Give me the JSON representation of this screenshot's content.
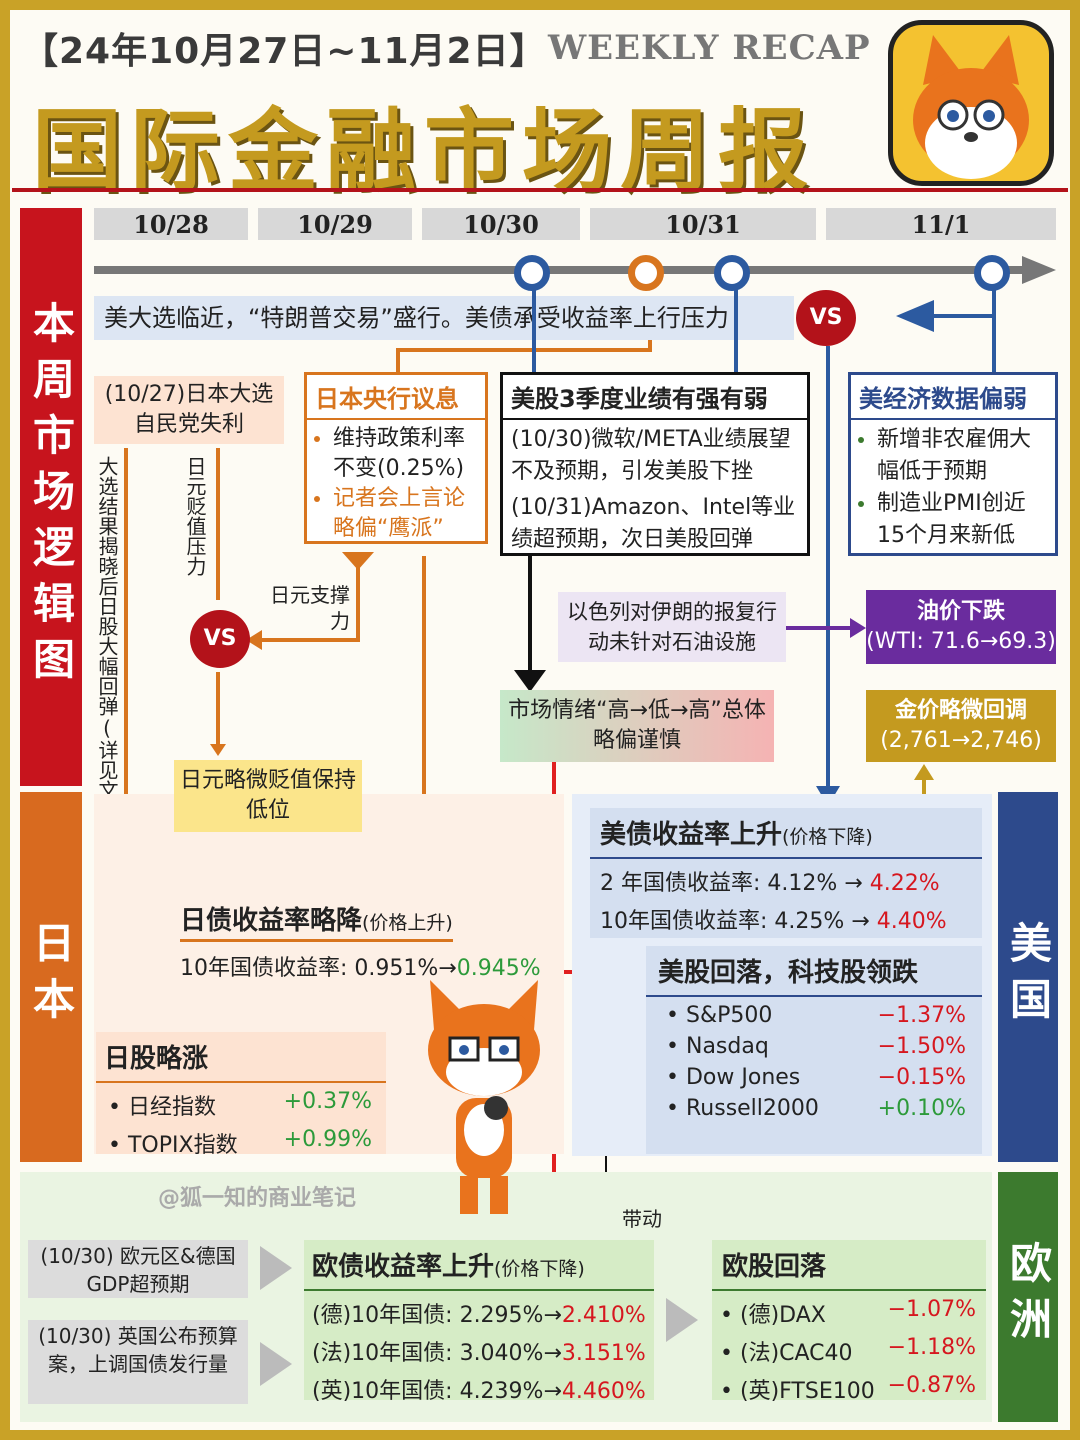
{
  "header": {
    "date_range": "【24年10月27日~11月2日】",
    "weekly_recap": "WEEKLY RECAP",
    "title": "国际金融市场周报"
  },
  "side_labels": {
    "logic": "本周市场逻辑图",
    "japan": "日本",
    "us": "美国",
    "europe": "欧洲"
  },
  "timeline": {
    "dates": [
      "10/28",
      "10/29",
      "10/30",
      "10/31",
      "11/1"
    ],
    "banner": "美大选临近，“特朗普交易”盛行。美债承受收益率上行压力",
    "vs_label": "VS"
  },
  "japan_election": "(10/27)日本大选自民党失利",
  "japan_election_result": "大选结果揭晓后日股大幅回弹(详见文稿区)",
  "yen_pressure": "日元贬值压力",
  "yen_support": "日元支撑力",
  "boj": {
    "title": "日本央行议息",
    "items": [
      "维持政策利率不变(0.25%)",
      "记者会上言论略偏“鹰派”"
    ]
  },
  "us_q3": {
    "title": "美股3季度业绩有强有弱",
    "lines": [
      "(10/30)微软/META业绩展望不及预期，引发美股下挫",
      "(10/31)Amazon、Intel等业绩超预期，次日美股回弹"
    ]
  },
  "us_data": {
    "title": "美经济数据偏弱",
    "items": [
      "新增非农雇佣大幅低于预期",
      "制造业PMI创近15个月来新低"
    ]
  },
  "iran": "以色列对伊朗的报复行动未针对石油设施",
  "oil": {
    "title": "油价下跌",
    "detail": "(WTI: 71.6→69.3)"
  },
  "gold": {
    "title": "金价略微回调",
    "detail": "(2,761→2,746)"
  },
  "mood": "市场情绪“高→低→高”总体略偏谨慎",
  "yen_result": "日元略微贬值保持低位",
  "jgb": {
    "title": "日债收益率略降",
    "note": "(价格上升)",
    "line_label": "10年国债收益率: 0.951%→",
    "line_value": "0.945%"
  },
  "ust": {
    "title": "美债收益率上升",
    "note": "(价格下降)",
    "rows": [
      {
        "label": "2 年国债收益率: 4.12% → ",
        "value": "4.22%"
      },
      {
        "label": "10年国债收益率: 4.25% → ",
        "value": "4.40%"
      }
    ]
  },
  "us_stocks": {
    "title": "美股回落，科技股领跌",
    "items": [
      {
        "name": "S&P500",
        "change": "−1.37%"
      },
      {
        "name": "Nasdaq",
        "change": "−1.50%"
      },
      {
        "name": "Dow Jones",
        "change": "−0.15%"
      },
      {
        "name": "Russell2000",
        "change": "+0.10%"
      }
    ]
  },
  "jp_stocks": {
    "title": "日股略涨",
    "items": [
      {
        "name": "日经指数",
        "change": "+0.37%"
      },
      {
        "name": "TOPIX指数",
        "change": "+0.99%"
      }
    ]
  },
  "watermark": "@狐一知的商业笔记",
  "drive_label": "带动",
  "eu_sources": [
    "(10/30) 欧元区&德国GDP超预期",
    "(10/30) 英国公布预算案，上调国债发行量"
  ],
  "eu_bonds": {
    "title": "欧债收益率上升",
    "note": "(价格下降)",
    "rows": [
      {
        "label": "(德)10年国债: 2.295%→",
        "value": "2.410%"
      },
      {
        "label": "(法)10年国债: 3.040%→",
        "value": "3.151%"
      },
      {
        "label": "(英)10年国债: 4.239%→",
        "value": "4.460%"
      }
    ]
  },
  "eu_stocks": {
    "title": "欧股回落",
    "items": [
      {
        "name": "(德)DAX",
        "change": "−1.07%"
      },
      {
        "name": "(法)CAC40",
        "change": "−1.18%"
      },
      {
        "name": "(英)FTSE100",
        "change": "−0.87%"
      }
    ]
  }
}
